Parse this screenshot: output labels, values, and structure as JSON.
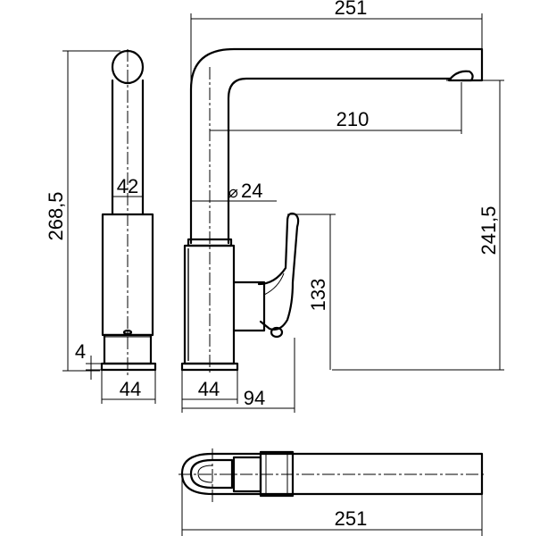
{
  "drawing": {
    "dimensions": {
      "top_spout_reach": "251",
      "spout_inner_reach": "210",
      "total_height": "268,5",
      "spout_height": "241,5",
      "body_diameter_top": "42",
      "handle_height": "133",
      "pipe_diameter_symbol": "⌀",
      "pipe_diameter": "24",
      "base_offset": "4",
      "base_width_side": "44",
      "base_width_front": "44",
      "lever_projection": "94",
      "top_view_reach": "251"
    }
  }
}
